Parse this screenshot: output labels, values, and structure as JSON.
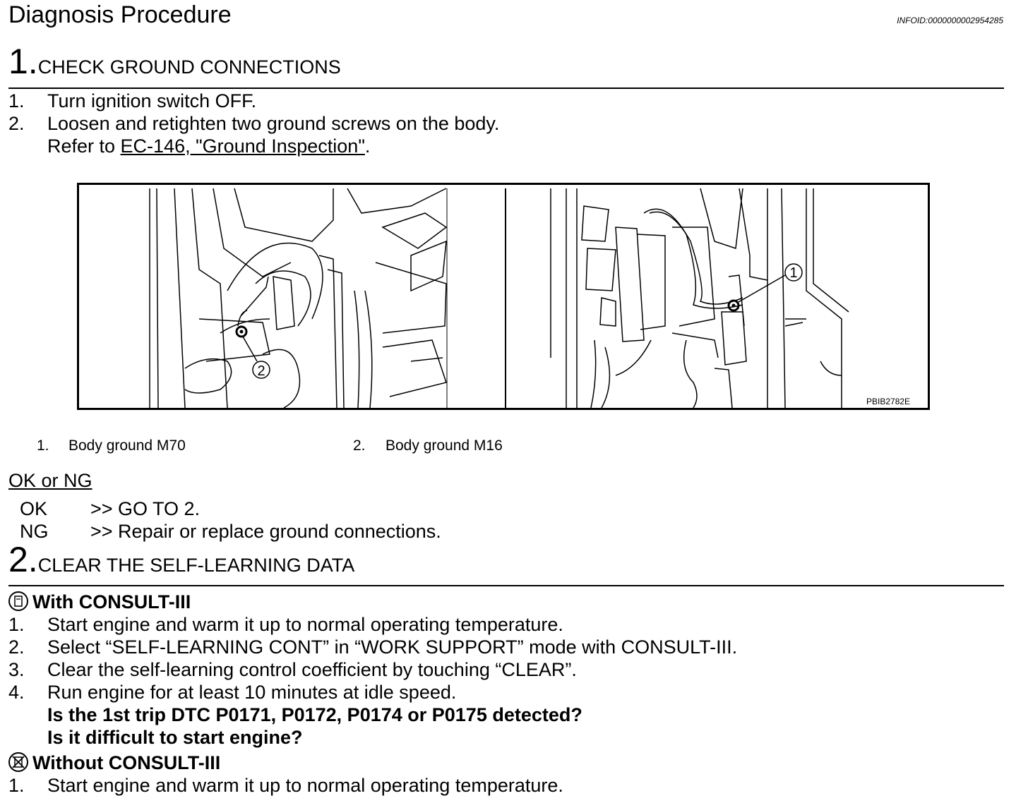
{
  "title": "Diagnosis Procedure",
  "info_id": "INFOID:0000000002954285",
  "step1": {
    "number": "1.",
    "heading": "CHECK GROUND CONNECTIONS",
    "items": [
      {
        "num": "1.",
        "text": "Turn ignition switch OFF."
      },
      {
        "num": "2.",
        "text": "Loosen and retighten two ground screws on the body."
      }
    ],
    "refer_prefix": "Refer to ",
    "refer_link": "EC-146, \"Ground Inspection\"",
    "refer_suffix": "."
  },
  "figure": {
    "code": "PBIB2782E",
    "callout_1": "1",
    "callout_2": "2"
  },
  "captions": [
    {
      "num": "1.",
      "text": "Body ground M70"
    },
    {
      "num": "2.",
      "text": "Body ground M16"
    }
  ],
  "ok_ng": {
    "heading": "OK or NG",
    "rows": [
      {
        "label": "OK",
        "text": ">> GO TO 2."
      },
      {
        "label": "NG",
        "text": ">> Repair or replace ground connections."
      }
    ]
  },
  "step2": {
    "number": "2.",
    "heading": "CLEAR THE SELF-LEARNING DATA",
    "with_label": "With CONSULT-III",
    "with_items": [
      {
        "num": "1.",
        "text": "Start engine and warm it up to normal operating temperature."
      },
      {
        "num": "2.",
        "text": "Select “SELF-LEARNING CONT” in “WORK SUPPORT” mode with CONSULT-III."
      },
      {
        "num": "3.",
        "text": "Clear the self-learning control coefficient by touching “CLEAR”."
      },
      {
        "num": "4.",
        "text": "Run engine for at least 10 minutes at idle speed."
      }
    ],
    "question_1": "Is the 1st trip DTC P0171, P0172, P0174 or P0175 detected?",
    "question_2": "Is it difficult to start engine?",
    "without_label": "Without CONSULT-III",
    "without_items": [
      {
        "num": "1.",
        "text": "Start engine and warm it up to normal operating temperature."
      }
    ]
  }
}
